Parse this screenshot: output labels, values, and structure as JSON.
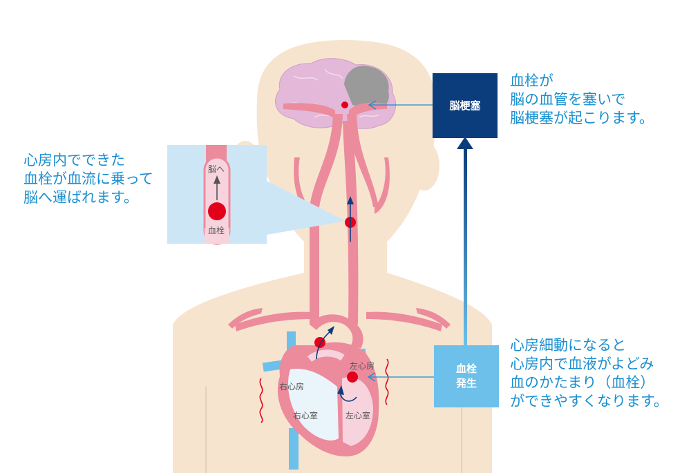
{
  "captions": {
    "left": [
      "心房内でできた",
      "血栓が血流に乗って",
      "脳へ運ばれます。"
    ],
    "top_right": [
      "血栓が",
      "脳の血管を塞いで",
      "脳梗塞が起こります。"
    ],
    "bottom_right": [
      "心房細動になると",
      "心房内で血液がよどみ",
      "血のかたまり（血栓）",
      "ができやすくなります。"
    ]
  },
  "boxes": {
    "infarct": [
      "脳梗塞"
    ],
    "clot_formation": [
      "血栓",
      "発生"
    ]
  },
  "inset": {
    "to_brain": "脳へ",
    "clot": "血栓"
  },
  "heart_labels": {
    "right_atrium": "右心房",
    "left_atrium": "左心房",
    "right_ventricle": "右心室",
    "left_ventricle": "左心室"
  },
  "colors": {
    "skin": "#f7e4cf",
    "brain": "#e3b8d8",
    "infarct_area": "#9a9a9a",
    "artery": "#ec8b9c",
    "vein": "#6cc0ea",
    "clot": "#e2001a",
    "dark_box": "#0b3d7c",
    "light_box": "#6cc0ea",
    "text": "#1a8fd0"
  }
}
